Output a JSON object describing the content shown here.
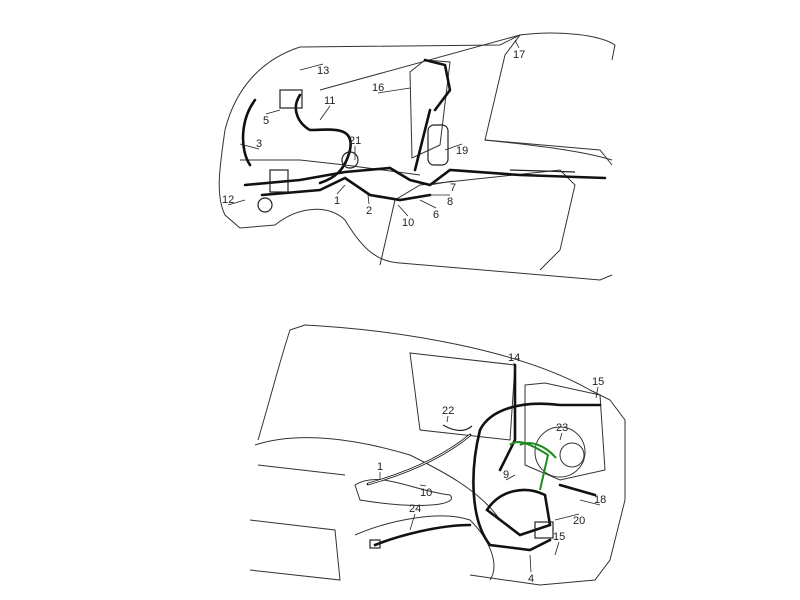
{
  "top_view": {
    "callouts": [
      "13",
      "17",
      "16",
      "11",
      "5",
      "3",
      "21",
      "19",
      "7",
      "8",
      "12",
      "1",
      "2",
      "6",
      "10"
    ]
  },
  "bottom_view": {
    "callouts": [
      "14",
      "15",
      "22",
      "23",
      "9",
      "1",
      "10",
      "18",
      "24",
      "20",
      "15",
      "4"
    ]
  },
  "colors": {
    "wire": "#111111",
    "outline": "#333333",
    "highlight_wire": "#1f8a1f"
  }
}
